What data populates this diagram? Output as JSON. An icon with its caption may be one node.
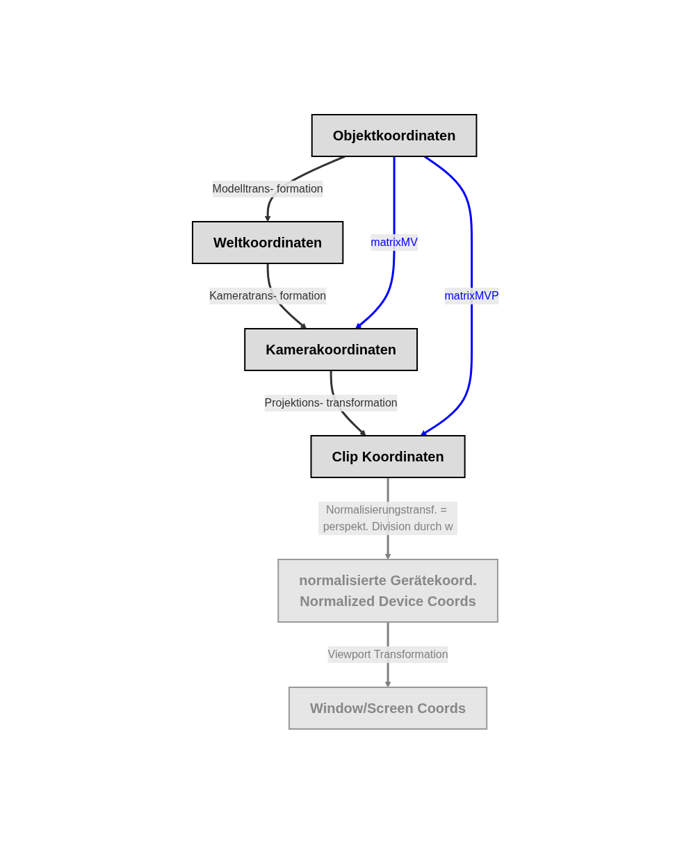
{
  "diagram": {
    "nodes": [
      {
        "text": [
          "Objektkoordinaten"
        ]
      },
      {
        "text": [
          "Weltkoordinaten"
        ]
      },
      {
        "text": [
          "Kamerakoordinaten"
        ]
      },
      {
        "text": [
          "Clip Koordinaten"
        ]
      },
      {
        "text": [
          "normalisierte Gerätekoord.",
          "Normalized Device Coords"
        ]
      },
      {
        "text": [
          "Window/Screen Coords"
        ]
      }
    ],
    "edges": [
      {
        "from": 0,
        "to": 1,
        "arrow": "to",
        "label": "Modelltrans- formation"
      },
      {
        "from": 1,
        "to": 2,
        "arrow": "to",
        "label": "Kameratrans- formation"
      },
      {
        "from": 2,
        "to": 3,
        "arrow": "to",
        "label": "Projektions- transformation"
      },
      {
        "from": 3,
        "to": 4,
        "arrow": "to",
        "label": "Normalisierungstransf. = perspekt. Division durch w",
        "color": "#808080"
      },
      {
        "from": 4,
        "to": 5,
        "arrow": "to",
        "label": "Viewport Transformation",
        "color": "#808080"
      },
      {
        "from": 0,
        "to": 3,
        "arrow": "to",
        "label": "matrixMVP",
        "color": "#0000ff"
      },
      {
        "from": 0,
        "to": 2,
        "arrow": "to",
        "label": "matrixMV",
        "color": "#0000ff"
      }
    ]
  }
}
